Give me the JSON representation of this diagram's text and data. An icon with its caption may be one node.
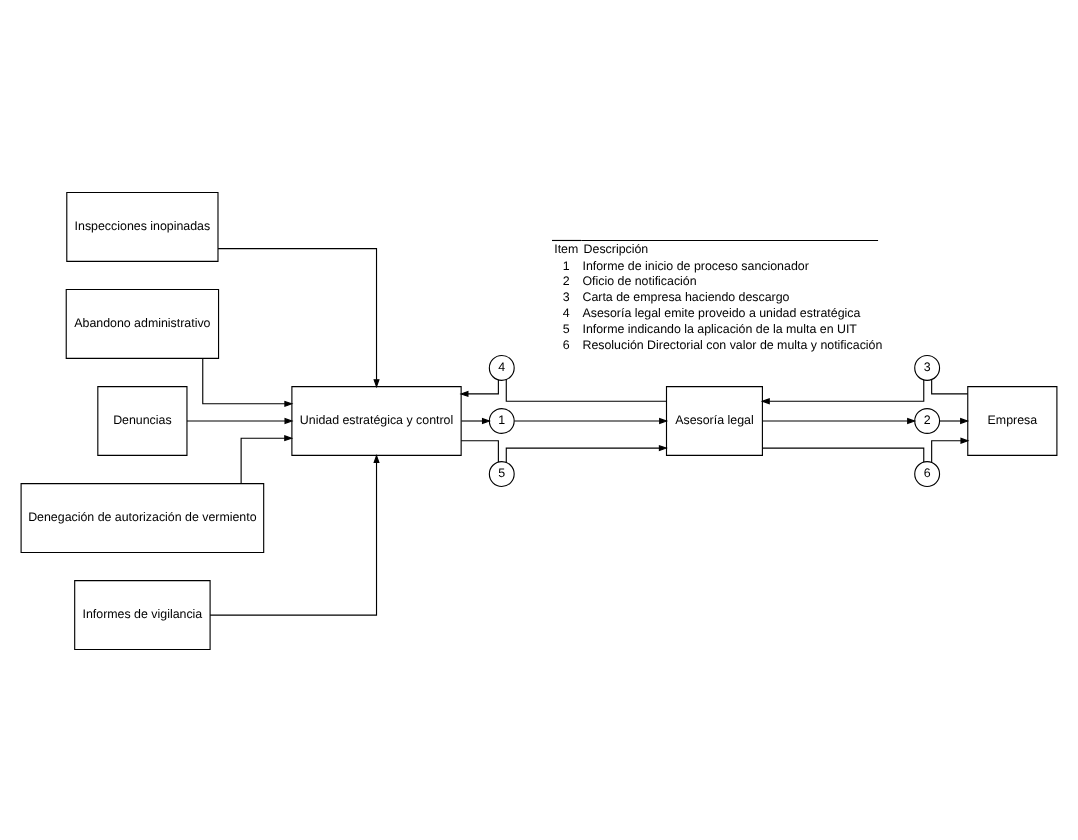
{
  "diagram": {
    "nodes": [
      {
        "text": [
          "Inspecciones inopinadas"
        ]
      },
      {
        "text": [
          "Abandono administrativo"
        ]
      },
      {
        "text": [
          "Denuncias"
        ]
      },
      {
        "text": [
          "Denegación de autorización de vermiento"
        ]
      },
      {
        "text": [
          "Informes de vigilancia"
        ]
      },
      {
        "text": [
          "Unidad estratégica y control"
        ]
      },
      {
        "text": [
          "Asesoría legal"
        ]
      },
      {
        "text": [
          "Empresa"
        ]
      },
      {
        "text": [
          "4"
        ]
      },
      {
        "text": [
          "3"
        ]
      },
      {
        "text": [
          "1"
        ]
      },
      {
        "text": [
          "2"
        ]
      },
      {
        "text": [
          "5"
        ]
      },
      {
        "text": [
          "6"
        ]
      }
    ],
    "edges": [
      {
        "from": 0,
        "to": 5,
        "arrow": "to"
      },
      {
        "from": 1,
        "to": 5,
        "arrow": "to"
      },
      {
        "from": 2,
        "to": 5,
        "arrow": "to"
      },
      {
        "from": 3,
        "to": 5,
        "arrow": "to"
      },
      {
        "from": 4,
        "to": 5,
        "arrow": "to"
      },
      {
        "from": 5,
        "to": 10,
        "arrow": "to"
      },
      {
        "from": 10,
        "to": 6,
        "arrow": "to"
      },
      {
        "from": 6,
        "to": 11,
        "arrow": "to"
      },
      {
        "from": 11,
        "to": 7,
        "arrow": "to"
      },
      {
        "from": 6,
        "to": 8,
        "arrow": "none"
      },
      {
        "from": 8,
        "to": 5,
        "arrow": "to"
      },
      {
        "from": 7,
        "to": 9,
        "arrow": "none"
      },
      {
        "from": 9,
        "to": 6,
        "arrow": "to"
      },
      {
        "from": 5,
        "to": 12,
        "arrow": "none"
      },
      {
        "from": 12,
        "to": 6,
        "arrow": "to"
      },
      {
        "from": 6,
        "to": 13,
        "arrow": "none"
      },
      {
        "from": 13,
        "to": 7,
        "arrow": "to"
      }
    ],
    "labels": [
      "Item",
      "Descripción",
      "1",
      "Informe de inicio de proceso sancionador",
      "2",
      "Oficio de notificación",
      "3",
      "Carta de empresa haciendo descargo",
      "4",
      "Asesoría legal emite proveido a unidad estratégica",
      "5",
      "Informe indicando la aplicación de la multa en UIT",
      "6",
      "Resolución Directorial con valor de multa y notificación"
    ]
  }
}
